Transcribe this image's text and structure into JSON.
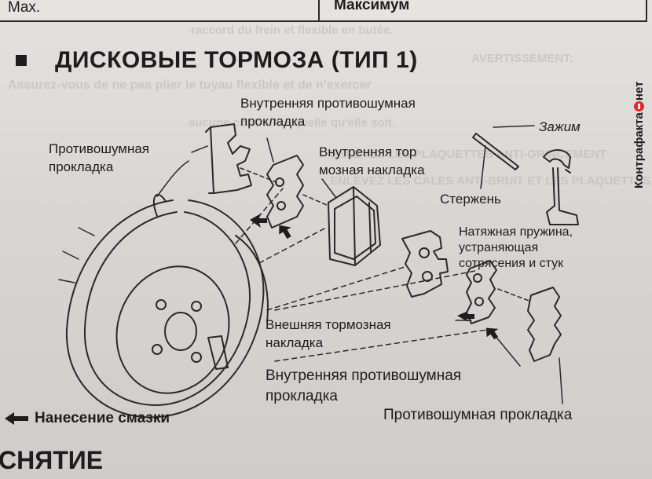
{
  "spec_table": {
    "param": "Max.",
    "value": "Максимум"
  },
  "heading": "ДИСКОВЫЕ ТОРМОЗА (ТИП 1)",
  "ghost_text": [
    "-raccord du frein et flexible en butée.",
    "AVERTISSEMENT:",
    "Assurez-vous de ne pas plier le tuyau flexible et de n'exercer",
    "aucune contrainte quelle qu'elle soit.",
    "ENLEVEZ LES PLAQUETTES ANTI-GRINCEMENT",
    "ENLEVEZ LES CALES ANTI-BRUIT ET LES PLAQUETTES"
  ],
  "labels": {
    "outer_shim_top": "Противошумная\nпрокладка",
    "inner_shim_top": "Внутренняя противошумная\nпрокладка",
    "inner_pad": "Внутренняя тор\nмозная накладка",
    "clip": "Зажим",
    "pin": "Стержень",
    "spring": "Натяжная пружина,\nустраняющая\nсотрясения и стук",
    "outer_pad": "Внешняя тормозная\nнакладка",
    "inner_shim_bottom": "Внутренняя противошумная\nпрокладка",
    "outer_shim_bottom": "Противошумная прокладка"
  },
  "legend": {
    "icon": "left-arrow-icon",
    "text": "Нанесение смазки"
  },
  "section_title": "СНЯТИЕ",
  "watermark": {
    "before": "Контрафакта",
    "after": "нет",
    "icon": "no-entry-icon",
    "color": "#e3262b"
  }
}
